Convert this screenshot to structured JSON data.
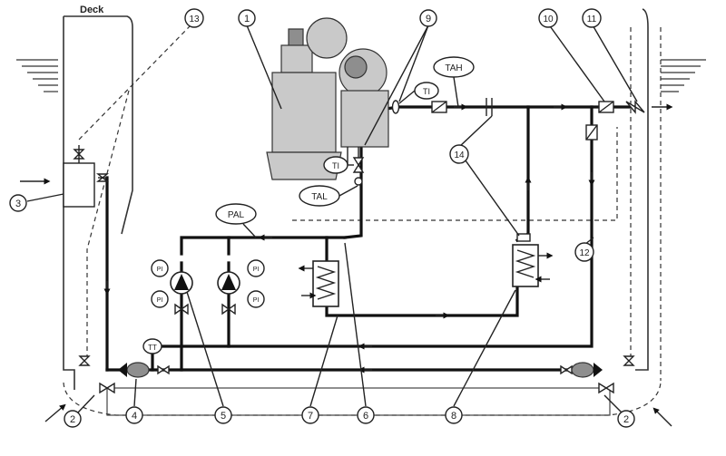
{
  "labels": {
    "deck": "Deck"
  },
  "callouts": [
    "1",
    "2",
    "2",
    "3",
    "4",
    "5",
    "6",
    "7",
    "8",
    "9",
    "10",
    "11",
    "12",
    "13",
    "14"
  ],
  "instruments": {
    "tah": "TAH",
    "tal": "TAL",
    "pal": "PAL",
    "ti_top": "TI",
    "ti_engine": "TI",
    "tt": "TT",
    "pi_1": "PI",
    "pi_2": "PI",
    "pi_3": "PI",
    "pi_4": "PI"
  },
  "colors": {
    "line": "#111111",
    "equipment_fill": "#c9c9c9"
  }
}
